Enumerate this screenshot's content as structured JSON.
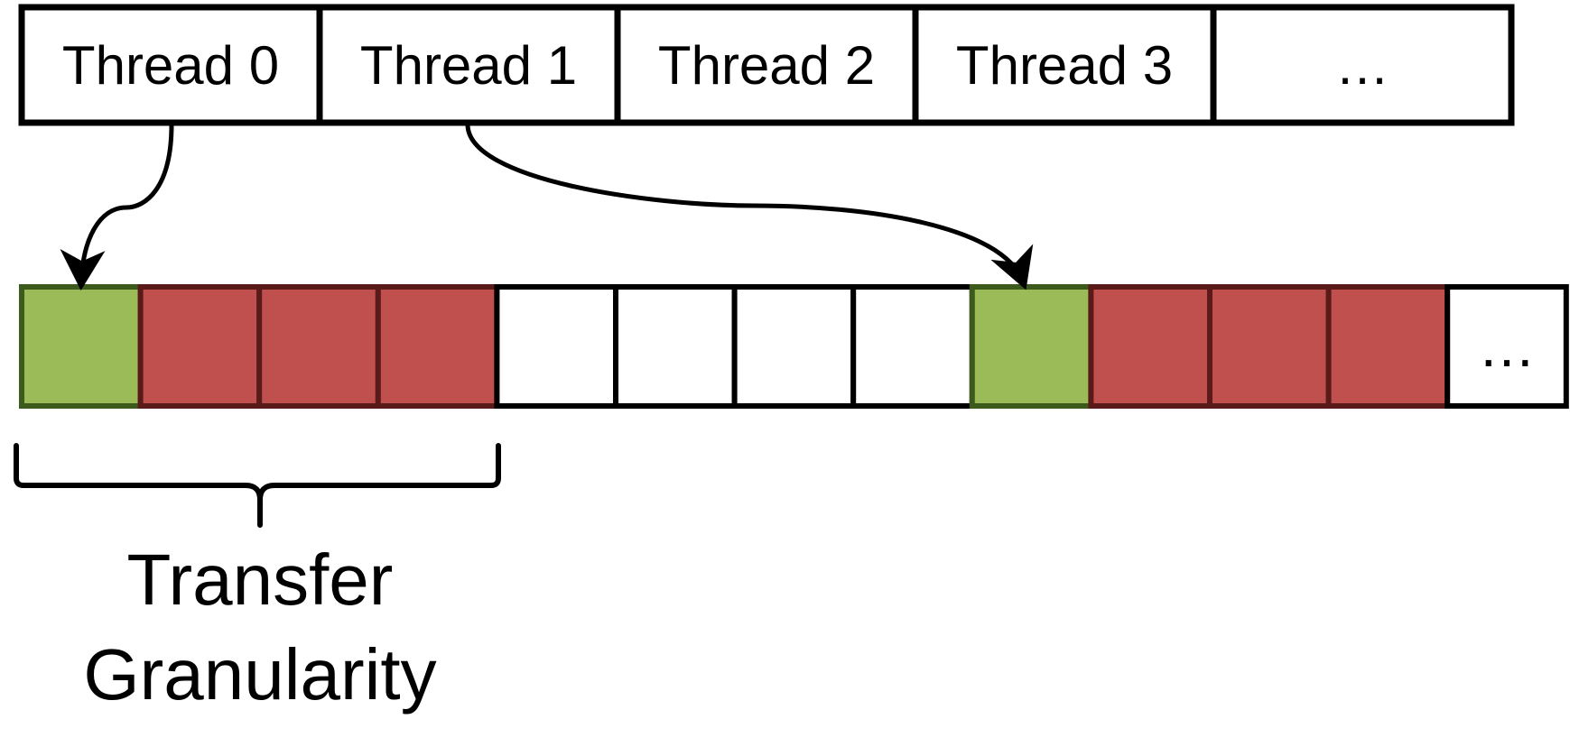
{
  "threads": [
    {
      "label": "Thread 0"
    },
    {
      "label": "Thread 1"
    },
    {
      "label": "Thread 2"
    },
    {
      "label": "Thread 3"
    },
    {
      "label": "…"
    }
  ],
  "memory_cells": [
    {
      "state": "accessed"
    },
    {
      "state": "transferred"
    },
    {
      "state": "transferred"
    },
    {
      "state": "transferred"
    },
    {
      "state": "empty"
    },
    {
      "state": "empty"
    },
    {
      "state": "empty"
    },
    {
      "state": "empty"
    },
    {
      "state": "accessed"
    },
    {
      "state": "transferred"
    },
    {
      "state": "transferred"
    },
    {
      "state": "transferred"
    },
    {
      "state": "ellipsis",
      "label": "…"
    }
  ],
  "arrows": [
    {
      "from_thread": 0,
      "to_cell": 0
    },
    {
      "from_thread": 1,
      "to_cell": 8
    }
  ],
  "bracket": {
    "cells_spanned": 4,
    "label_line1": "Transfer",
    "label_line2": "Granularity"
  },
  "colors": {
    "accessed_fill": "#9bbb59",
    "accessed_border": "#3c5a1c",
    "transferred_fill": "#c0504d",
    "transferred_border": "#5a1a1a",
    "empty_fill": "#ffffff",
    "outline": "#000000"
  }
}
